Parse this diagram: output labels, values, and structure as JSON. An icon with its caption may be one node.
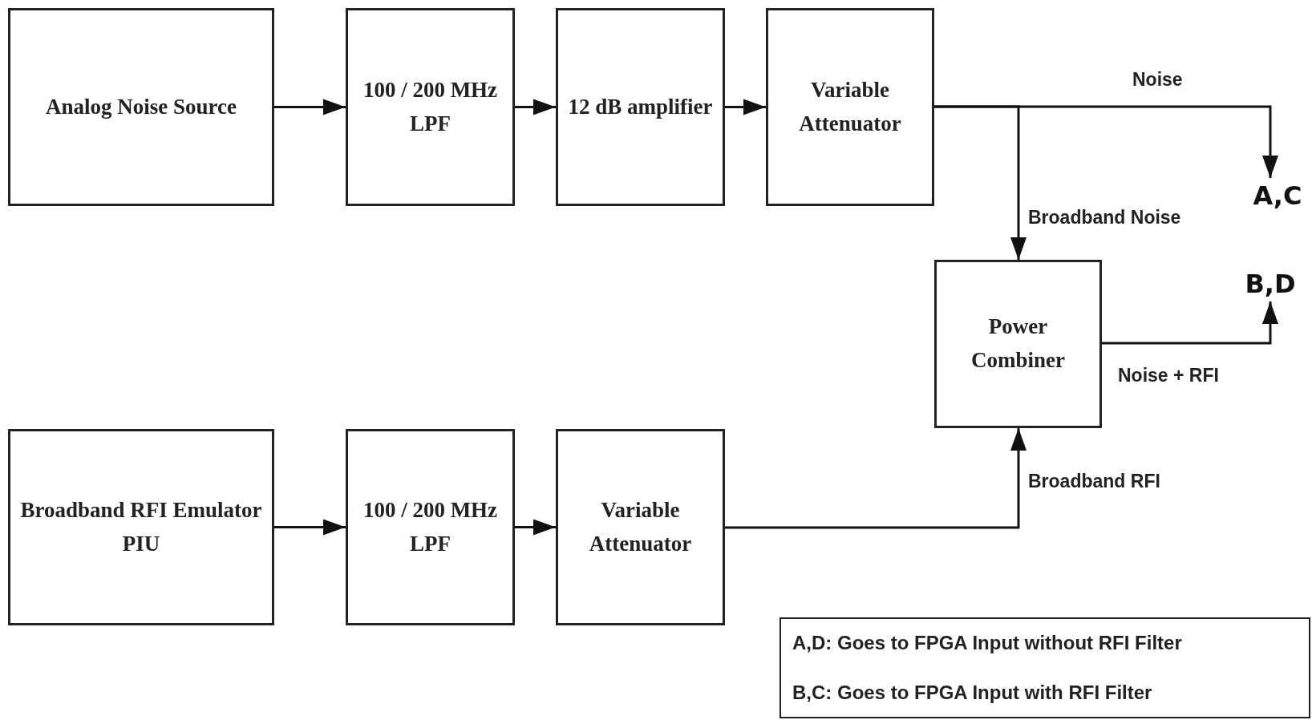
{
  "diagram": {
    "nodes": [
      {
        "text": [
          "Analog Noise Source"
        ]
      },
      {
        "text": [
          "100 / 200 MHz LPF"
        ]
      },
      {
        "text": [
          "12 dB amplifier"
        ]
      },
      {
        "text": [
          "Variable Attenuator"
        ]
      },
      {
        "text": [
          "A,C"
        ]
      },
      {
        "text": [
          "Power Combiner"
        ]
      },
      {
        "text": [
          "B,D"
        ]
      },
      {
        "text": [
          "Broadband RFI Emulator PIU"
        ]
      },
      {
        "text": [
          "100 / 200 MHz LPF"
        ]
      },
      {
        "text": [
          "Variable Attenuator"
        ]
      },
      {
        "text": [
          "A,D: Goes to FPGA Input without RFI Filter",
          "B,C: Goes to FPGA Input with RFI Filter"
        ]
      }
    ],
    "edges": [
      {
        "from": 0,
        "to": 1,
        "arrow": "to"
      },
      {
        "from": 1,
        "to": 2,
        "arrow": "to"
      },
      {
        "from": 2,
        "to": 3,
        "arrow": "to"
      },
      {
        "from": 3,
        "to": 4,
        "arrow": "to",
        "label": "Noise"
      },
      {
        "from": 3,
        "to": 5,
        "arrow": "to",
        "label": "Broadband Noise"
      },
      {
        "from": 5,
        "to": 6,
        "arrow": "to",
        "label": "Noise + RFI"
      },
      {
        "from": 7,
        "to": 8,
        "arrow": "to"
      },
      {
        "from": 8,
        "to": 9,
        "arrow": "to"
      },
      {
        "from": 9,
        "to": 5,
        "arrow": "to",
        "label": "Broadband RFI"
      }
    ]
  }
}
